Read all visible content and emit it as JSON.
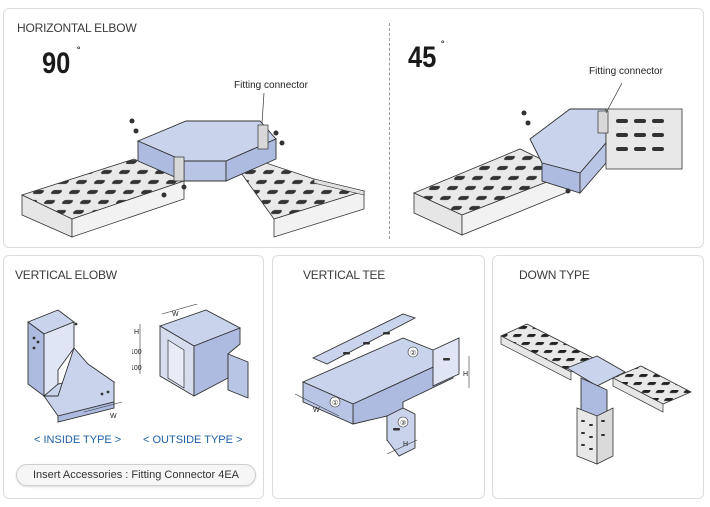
{
  "horizontal_elbow": {
    "title": "HORIZONTAL ELBOW",
    "angle_90": "90",
    "angle_45": "45",
    "degree_symbol": "˚",
    "callout_90": "Fitting connector",
    "callout_45": "Fitting connector"
  },
  "vertical_elbow": {
    "title": "VERTICAL ELOBW",
    "inside_type": "< INSIDE TYPE >",
    "outside_type": "< OUTSIDE TYPE >",
    "accessory_note": "Insert Accessories : Fitting Connector 4EA",
    "dim_w": "W",
    "dim_h": "H",
    "dim_100_a": "100",
    "dim_100_b": "100"
  },
  "vertical_tee": {
    "title": "VERTICAL TEE",
    "mark_1": "①",
    "mark_2": "②",
    "mark_3": "③",
    "dim_w": "W",
    "dim_h_right": "H",
    "dim_h_bottom": "H"
  },
  "down_type": {
    "title": "DOWN TYPE"
  },
  "colors": {
    "tray_fill": "#c9d3ec",
    "tray_fill_dark": "#aebbe0",
    "line": "#333333",
    "accent_blue": "#1d5fa8"
  }
}
